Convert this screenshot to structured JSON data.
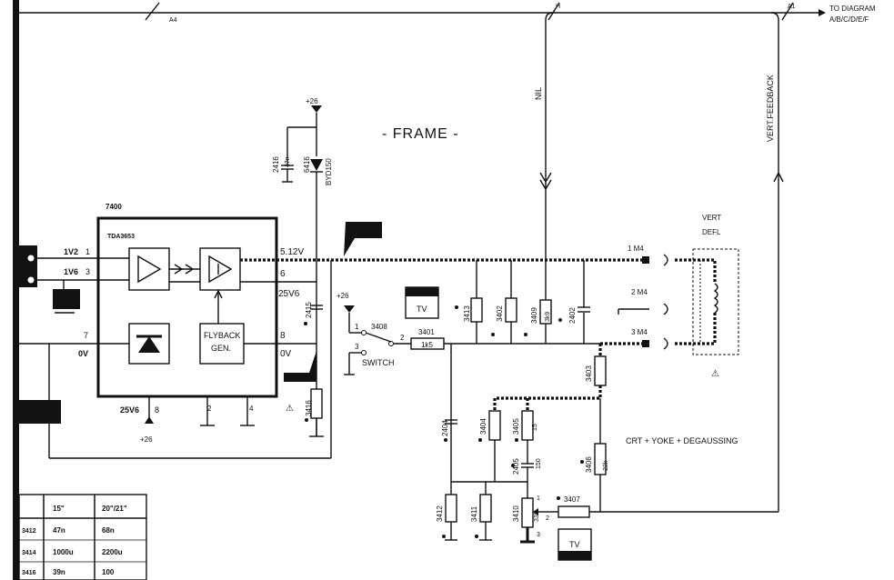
{
  "title": "- FRAME -",
  "to_diagram": {
    "line1": "TO DIAGRAM",
    "line2": "A/B/C/D/E/F"
  },
  "bus_labels": {
    "a4": "A4",
    "h": "H",
    "a1": "A1"
  },
  "signals": {
    "nil": "NIL",
    "vert_feedback": "VERT.FEEDBACK"
  },
  "ic": {
    "ref": "7400",
    "type": "TDA3653",
    "flyback_line1": "FLYBACK",
    "flyback_line2": "GEN.",
    "pins": {
      "p1": "1",
      "p3": "3",
      "p7": "7",
      "p8": "8",
      "p2": "2",
      "p4": "4",
      "p6": "6",
      "p5": "5"
    },
    "pin_labels": {
      "v12": "5.12V",
      "v25_6": "25V6",
      "v0": "0V",
      "in1": "1V2",
      "in2": "1V6",
      "in7": "0V",
      "out8": "8",
      "bottom_25v6": "25V6"
    }
  },
  "supplies": {
    "plus26_top": "+26",
    "plus26_switch": "+26",
    "plus26_bottom": "+26"
  },
  "components": {
    "c2416": "2416",
    "c2416_val": "47n",
    "d6416": "6416",
    "d6416_type": "BYD150",
    "c2415": "2415",
    "r3416": "3416",
    "sw3408": "3408",
    "sw_p1": "1",
    "sw_p2": "2",
    "sw_p3": "3",
    "switch": "SWITCH",
    "r3401": "3401",
    "r3401_val": "1k5",
    "r3413": "3413",
    "r3402": "3402",
    "r3409": "3409",
    "r3409_val": "3k9",
    "c2402": "2402",
    "r3403": "3403",
    "c2404": "2404",
    "r3404": "3404",
    "r3405": "3405",
    "r3405_val": "15",
    "c2405": "2405",
    "c2405_val": "150",
    "r3406": "3406",
    "r3406_val": "22k",
    "r3412": "3412",
    "r3411": "3411",
    "r3410": "3410",
    "r3410_val": "330",
    "r3407": "3407",
    "pot_p1": "1",
    "pot_p2": "2",
    "pot_p3": "3"
  },
  "tv_badges": {
    "upper": "TV",
    "lower": "TV"
  },
  "yoke": {
    "title_line1": "VERT",
    "title_line2": "DEFL",
    "m1": "1 M4",
    "m2": "2 M4",
    "m3": "3 M4"
  },
  "crt_note": "CRT + YOKE + DEGAUSSING",
  "warning_symbol": "⚠",
  "table": {
    "headers": [
      "",
      "15\"",
      "20\"/21\""
    ],
    "rows": [
      [
        "3412",
        "47n",
        "68n"
      ],
      [
        "3414",
        "1000u",
        "2200u"
      ],
      [
        "3416",
        "39n",
        "100"
      ]
    ]
  }
}
